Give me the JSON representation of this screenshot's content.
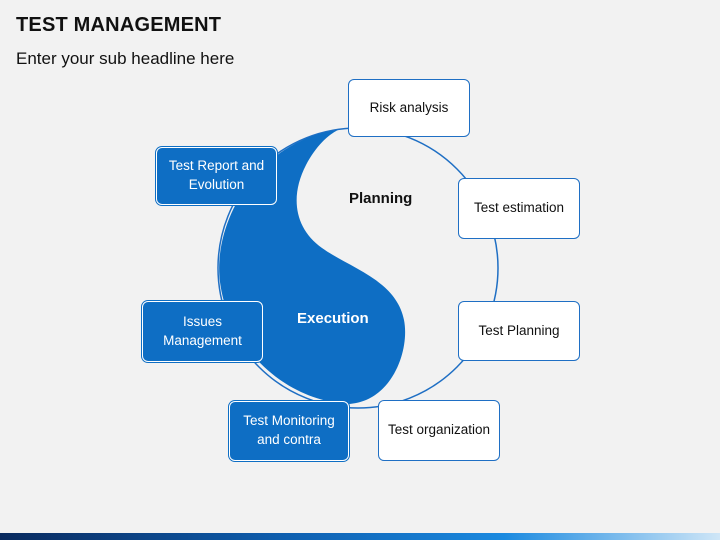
{
  "header": {
    "title": "TEST MANAGEMENT",
    "subtitle": "Enter your sub headline here"
  },
  "cycle": {
    "planning_label": "Planning",
    "execution_label": "Execution",
    "planning_steps": [
      {
        "label": "Risk analysis"
      },
      {
        "label": "Test estimation"
      },
      {
        "label": "Test Planning"
      },
      {
        "label": "Test organization"
      }
    ],
    "execution_steps": [
      {
        "label": "Test Monitoring and contra"
      },
      {
        "label": "Issues Management"
      },
      {
        "label": "Test Report and Evolution"
      }
    ]
  },
  "colors": {
    "accent": "#0e6ec4",
    "outline": "#1f6fc4",
    "background": "#f2f2f2"
  }
}
